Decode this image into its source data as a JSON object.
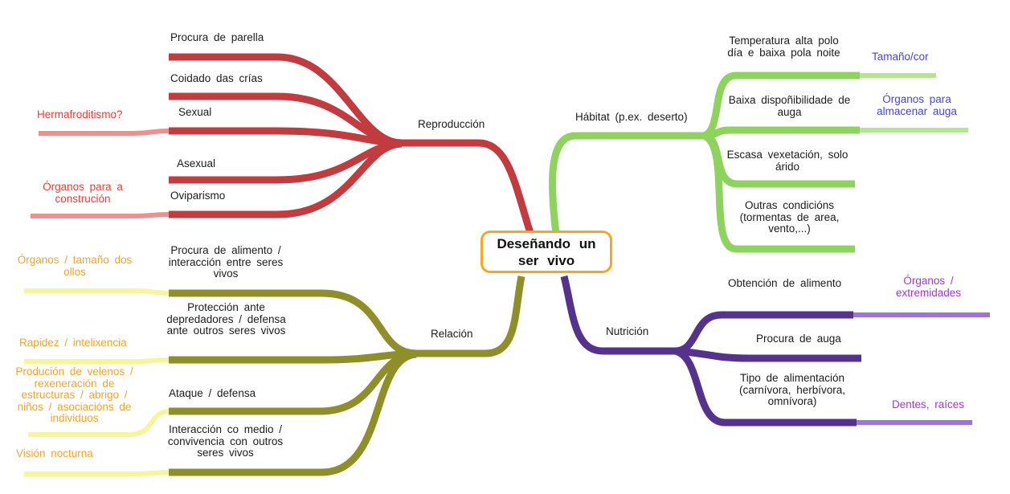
{
  "center": {
    "title": "Deseñando un ser vivo"
  },
  "colors": {
    "center_border": "#f5a623",
    "reproduccion": "#c23b3e",
    "reproduccion_light": "#ec9090",
    "habitat": "#8fd35f",
    "habitat_light": "#b5e593",
    "relacion": "#8e8f28",
    "relacion_light": "#f5f599",
    "nutricion": "#55338c",
    "nutricion_light": "#9d74da",
    "note_red": "#ee3b35",
    "note_orange": "#f7a329",
    "note_blue": "#4845d2",
    "note_violet": "#a136db"
  },
  "branches": [
    {
      "label": "Reproducción",
      "color": "#c23b3e",
      "children": [
        {
          "label": "Procura de parella"
        },
        {
          "label": "Coidado das crías"
        },
        {
          "label": "Sexual",
          "note": "Hermafroditismo?",
          "note_color": "#ee3b35"
        },
        {
          "label": "Asexual"
        },
        {
          "label": "Oviparismo",
          "note": "Órganos para a construción",
          "note_color": "#ee3b35"
        }
      ]
    },
    {
      "label": "Hábitat (p.ex. deserto)",
      "color": "#8fd35f",
      "children": [
        {
          "label": "Temperatura alta polo día e baixa pola noite",
          "note": "Tamaño/cor",
          "note_color": "#4845d2"
        },
        {
          "label": "Baixa dispoñibilidade de auga",
          "note": "Órganos para almacenar auga",
          "note_color": "#4845d2"
        },
        {
          "label": "Escasa vexetación, solo árido"
        },
        {
          "label": "Outras condicións (tormentas de area, vento,...)"
        }
      ]
    },
    {
      "label": "Relación",
      "color": "#8e8f28",
      "children": [
        {
          "label": "Procura de alimento / interacción entre seres vivos",
          "note": "Órganos / tamaño dos ollos",
          "note_color": "#f7a329"
        },
        {
          "label": "Protección ante depredadores / defensa ante outros seres vivos",
          "note": "Rapidez / intelixencia",
          "note_color": "#f7a329"
        },
        {
          "label": "Ataque / defensa",
          "note": "Produción de velenos / rexeneración de estructuras / abrigo / niños / asociacións de individuos",
          "note_color": "#f7a329"
        },
        {
          "label": "Interacción co medio / convivencia con outros seres vivos",
          "note": "Visión nocturna",
          "note_color": "#f7a329"
        }
      ]
    },
    {
      "label": "Nutrición",
      "color": "#55338c",
      "children": [
        {
          "label": "Obtención de alimento",
          "note": "Órganos / extremidades",
          "note_color": "#a136db"
        },
        {
          "label": "Procura de auga"
        },
        {
          "label": "Tipo de alimentación (carnívora, herbívora, omnívora)",
          "note": "Dentes, raíces",
          "note_color": "#a136db"
        }
      ]
    }
  ]
}
